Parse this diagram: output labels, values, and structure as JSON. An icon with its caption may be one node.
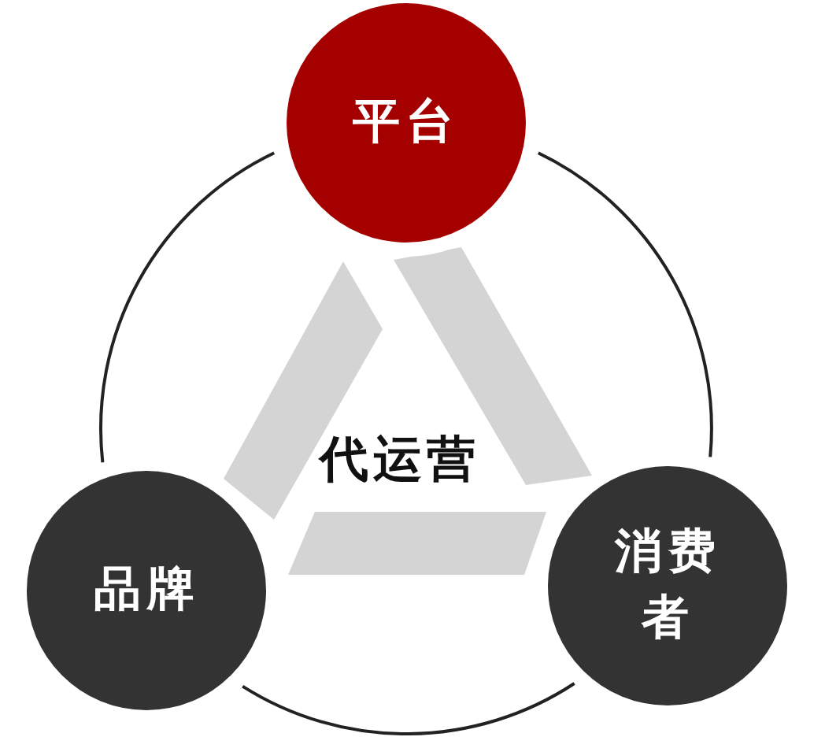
{
  "diagram": {
    "nodes": [
      {
        "text": [
          "平台"
        ]
      },
      {
        "text": [
          "代运营"
        ]
      },
      {
        "text": [
          "品牌"
        ]
      },
      {
        "text": [
          "消费者"
        ]
      }
    ],
    "edges": [
      {
        "from": 0,
        "to": 3,
        "arrow": "none"
      },
      {
        "from": 3,
        "to": 2,
        "arrow": "none"
      },
      {
        "from": 2,
        "to": 0,
        "arrow": "none"
      }
    ]
  }
}
